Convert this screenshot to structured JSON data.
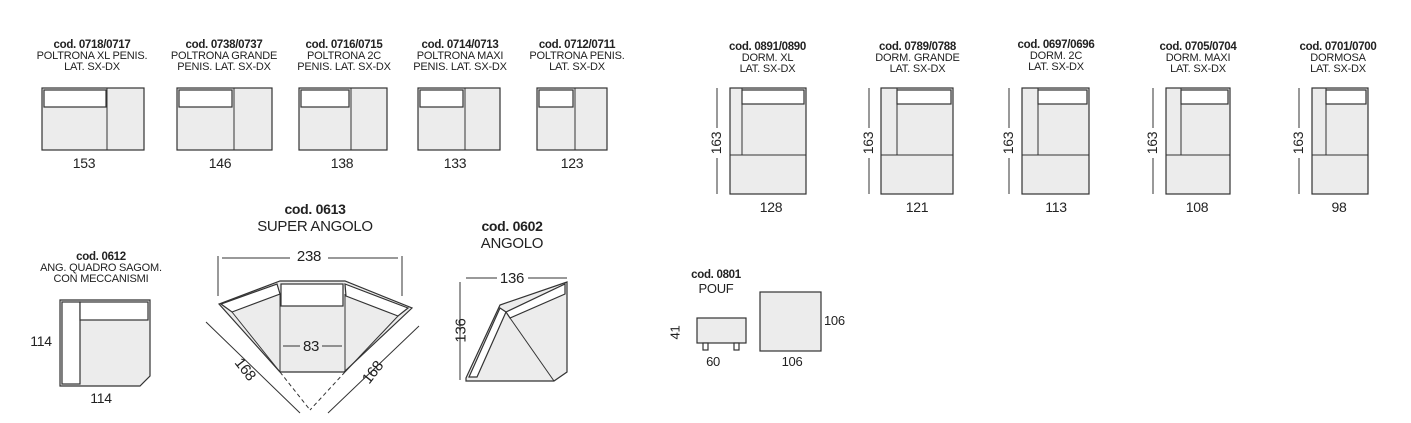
{
  "row1": [
    {
      "code": "cod. 0718/0717",
      "l1": "POLTRONA XL PENIS.",
      "l2": "LAT. SX-DX",
      "w": "153"
    },
    {
      "code": "cod. 0738/0737",
      "l1": "POLTRONA GRANDE",
      "l2": "PENIS. LAT. SX-DX",
      "w": "146"
    },
    {
      "code": "cod. 0716/0715",
      "l1": "POLTRONA 2C",
      "l2": "PENIS. LAT. SX-DX",
      "w": "138"
    },
    {
      "code": "cod. 0714/0713",
      "l1": "POLTRONA MAXI",
      "l2": "PENIS. LAT. SX-DX",
      "w": "133"
    },
    {
      "code": "cod. 0712/0711",
      "l1": "POLTRONA PENIS.",
      "l2": "LAT. SX-DX",
      "w": "123"
    }
  ],
  "beds": [
    {
      "code": "cod. 0891/0890",
      "l1": "DORM. XL",
      "l2": "LAT. SX-DX",
      "w": "128",
      "h": "163"
    },
    {
      "code": "cod. 0789/0788",
      "l1": "DORM. GRANDE",
      "l2": "LAT. SX-DX",
      "w": "121",
      "h": "163"
    },
    {
      "code": "cod. 0697/0696",
      "l1": "DORM. 2C",
      "l2": "LAT. SX-DX",
      "w": "113",
      "h": "163"
    },
    {
      "code": "cod. 0705/0704",
      "l1": "DORM. MAXI",
      "l2": "LAT. SX-DX",
      "w": "108",
      "h": "163"
    },
    {
      "code": "cod. 0701/0700",
      "l1": "DORMOSA",
      "l2": "LAT. SX-DX",
      "w": "98",
      "h": "163"
    }
  ],
  "ang_quadro": {
    "code": "cod. 0612",
    "l1": "ANG. QUADRO SAGOM.",
    "l2": "CON MECCANISMI",
    "h": "114",
    "w": "114"
  },
  "super_angolo": {
    "code": "cod. 0613",
    "name": "SUPER ANGOLO",
    "w": "238",
    "inner": "83",
    "side_l": "168",
    "side_r": "168"
  },
  "angolo": {
    "code": "cod. 0602",
    "name": "ANGOLO",
    "w": "136",
    "h": "136"
  },
  "pouf": {
    "code": "cod. 0801",
    "name": "POUF",
    "h": "41",
    "w": "60",
    "top_w": "106",
    "top_h": "106"
  }
}
